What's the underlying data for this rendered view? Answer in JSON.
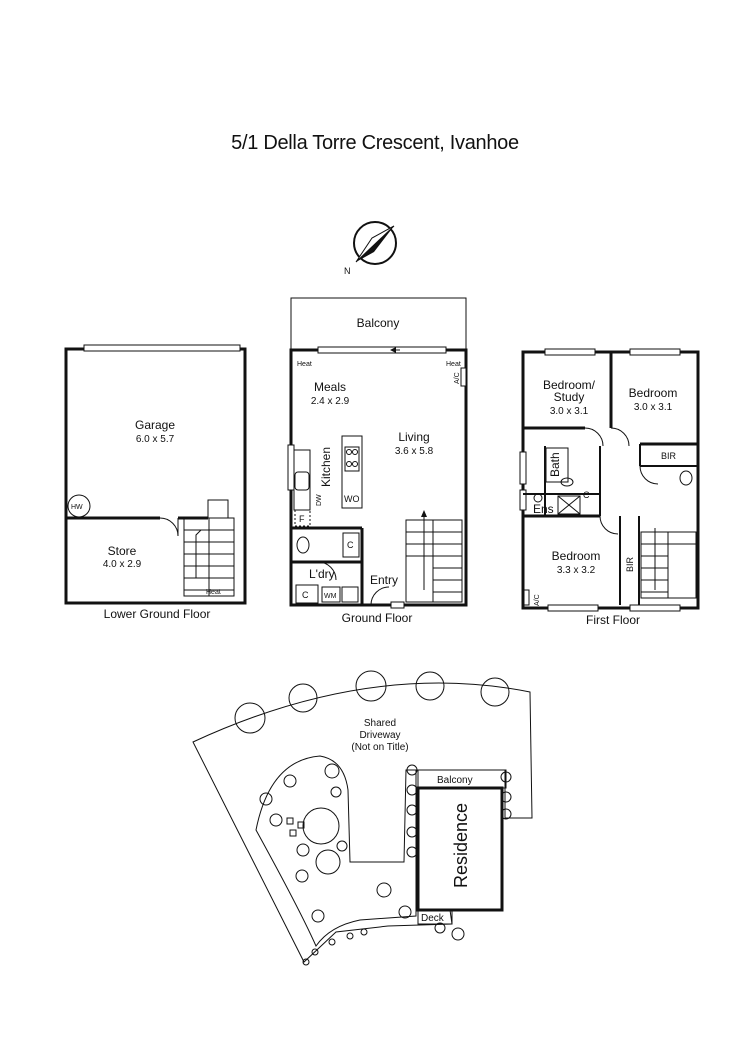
{
  "title": "5/1 Della Torre Crescent, Ivanhoe",
  "compass": {
    "label": "N"
  },
  "lower_ground": {
    "name": "Lower Ground Floor",
    "garage": {
      "name": "Garage",
      "dim": "6.0 x 5.7"
    },
    "store": {
      "name": "Store",
      "dim": "4.0 x 2.9"
    },
    "hw": "HW",
    "heat": "Heat"
  },
  "ground": {
    "name": "Ground Floor",
    "balcony": "Balcony",
    "meals": {
      "name": "Meals",
      "dim": "2.4 x 2.9"
    },
    "living": {
      "name": "Living",
      "dim": "3.6 x 5.8"
    },
    "kitchen": "Kitchen",
    "dw": "DW",
    "wo": "WO",
    "f": "F",
    "c1": "C",
    "c2": "C",
    "laundry": "L'dry",
    "wm": "WM",
    "entry": "Entry",
    "heat_left": "Heat",
    "heat_right": "Heat",
    "ac": "A/C"
  },
  "first": {
    "name": "First Floor",
    "bedroom_study": {
      "name1": "Bedroom/",
      "name2": "Study",
      "dim": "3.0 x 3.1"
    },
    "bedroom2": {
      "name": "Bedroom",
      "dim": "3.0 x 3.1"
    },
    "bedroom3": {
      "name": "Bedroom",
      "dim": "3.3 x 3.2"
    },
    "bath": "Bath",
    "ens": "Ens",
    "c": "C",
    "bir1": "BIR",
    "bir2": "BIR",
    "ac": "A/C"
  },
  "site": {
    "driveway1": "Shared",
    "driveway2": "Driveway",
    "driveway3": "(Not on Title)",
    "balcony": "Balcony",
    "residence": "Residence",
    "deck": "Deck"
  }
}
